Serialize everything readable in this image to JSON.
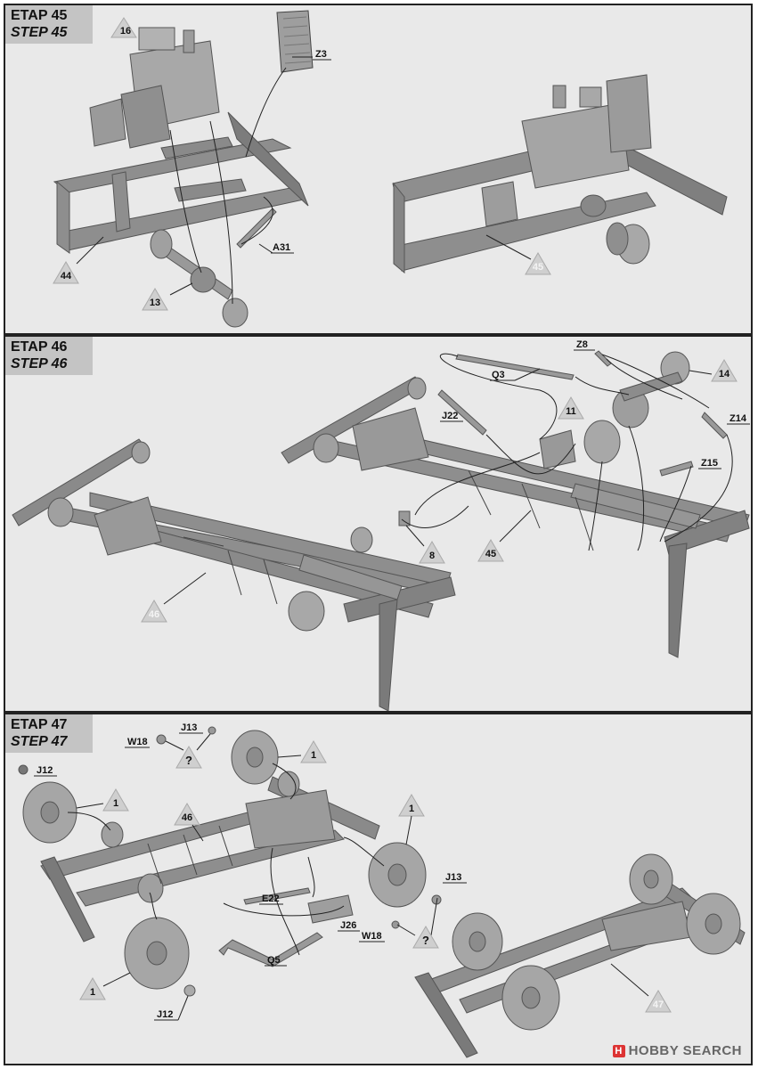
{
  "steps": [
    {
      "etap": "ETAP 45",
      "step": "STEP 45"
    },
    {
      "etap": "ETAP 46",
      "step": "STEP 46"
    },
    {
      "etap": "ETAP 47",
      "step": "STEP 47"
    }
  ],
  "step45": {
    "tri_16": "16",
    "z3": "Z3",
    "tri_13": "13",
    "a31": "A31",
    "tri_44": "44",
    "tri_45": "45"
  },
  "step46": {
    "q3": "Q3",
    "z8": "Z8",
    "tri_14": "14",
    "j22": "J22",
    "tri_11": "11",
    "z14": "Z14",
    "z15": "Z15",
    "tri_8": "8",
    "tri_45": "45",
    "tri_46": "46"
  },
  "step47": {
    "j13_top": "J13",
    "w18_top": "W18",
    "q_top": "?",
    "tri_1_top": "1",
    "j12_top": "J12",
    "tri_1_left": "1",
    "tri_46": "46",
    "tri_1_right": "1",
    "j13_right": "J13",
    "e22": "E22",
    "j26": "J26",
    "w18_right": "W18",
    "q_right": "?",
    "q5": "Q5",
    "tri_1_bottom": "1",
    "j12_bottom": "J12",
    "tri_47": "47"
  },
  "watermark": {
    "logo": "H",
    "text": "HOBBY SEARCH"
  },
  "colors": {
    "panel_bg": "#e9e9e9",
    "header_bg": "#c4c4c4",
    "part_gray": "#9a9a9a",
    "border": "#222222"
  }
}
